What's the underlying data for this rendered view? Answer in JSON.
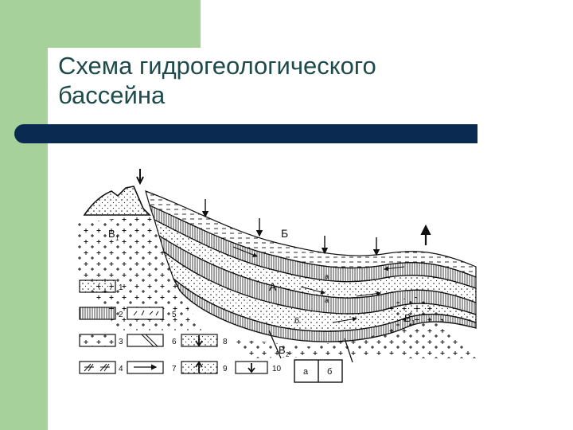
{
  "slide": {
    "title_line1": "Схема гидрогеологического",
    "title_line2": "бассейна"
  },
  "diagram": {
    "labels": {
      "B1_left": "B",
      "B1_left_sub": "1",
      "B1_right": "B",
      "B1_right_sub": "1",
      "B2": "B",
      "B2_sub": "2",
      "A": "A",
      "Б": "Б",
      "a_1": "a",
      "a_2": "a",
      "six": "6"
    },
    "legend": [
      {
        "number": "1"
      },
      {
        "number": "2"
      },
      {
        "number": "3"
      },
      {
        "number": "4"
      },
      {
        "number": "5"
      },
      {
        "number": "6"
      },
      {
        "number": "7"
      },
      {
        "number": "8"
      },
      {
        "number": "9"
      },
      {
        "number": "10"
      }
    ],
    "legend_box": {
      "left": "а",
      "right": "б"
    }
  }
}
